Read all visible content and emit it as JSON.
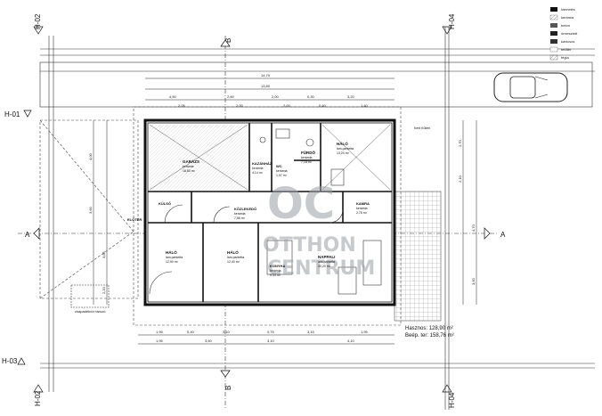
{
  "grid_labels": {
    "h01": "H-01",
    "h02_top": "H-02",
    "h02_bottom": "H-02",
    "h03": "H-03",
    "h04_top": "H-04",
    "h04_bottom": "H-04",
    "a_left": "A",
    "a_right": "A",
    "b_top": "B",
    "b_bottom": "B"
  },
  "rooms": {
    "garazs": {
      "name": "GARÁZS",
      "type": "kerámia",
      "area": "16,80 m²"
    },
    "furdo": {
      "name": "FÜRDŐ",
      "type": "kerámia",
      "area": "7,18 m²"
    },
    "halo_top": {
      "name": "HÁLÓ",
      "type": "lam.parketta",
      "area": "13,24 m²"
    },
    "wc": {
      "name": "WC",
      "type": "kerámia",
      "area": "1,97 m²"
    },
    "kazanhaz": {
      "name": "KAZÁNHÁZ",
      "type": "kerámia",
      "area": "4,14 m²"
    },
    "kulso": {
      "name": "KÜLSŐ",
      "type": "",
      "area": ""
    },
    "kozlekedo": {
      "name": "KÖZLEKEDŐ",
      "type": "kerámia",
      "area": "7,56 m²"
    },
    "kamra": {
      "name": "KAMRA",
      "type": "kerámia",
      "area": "2,76 m²"
    },
    "halo_left": {
      "name": "HÁLÓ",
      "type": "lam.parketta",
      "area": "12,90 m²"
    },
    "halo_mid": {
      "name": "HÁLÓ",
      "type": "lam.parketta",
      "area": "12,40 m²"
    },
    "konyha": {
      "name": "KONYHA",
      "type": "kerámia",
      "area": "9,33 m²"
    },
    "nappali": {
      "name": "NAPPALI",
      "type": "lam.parketta",
      "area": "30,20 m²"
    },
    "eloter": {
      "name": "ELŐTÉR",
      "type": "",
      "area": ""
    }
  },
  "dimensions": {
    "overall_width": "14,70",
    "inner_width": "13,80",
    "top_row": [
      "4,50",
      "2,60",
      "2,00",
      "0,30",
      "3,20"
    ],
    "top_row2": [
      "2,05",
      "2,00",
      "2,00",
      "0,40",
      "1,40"
    ],
    "bottom_row": [
      "1,95",
      "0,40",
      "3,10",
      "0,75",
      "3,15",
      "1,95"
    ],
    "bottom_row2": [
      "1,95",
      "3,40",
      "3,10",
      "4,10"
    ],
    "left_col": [
      "4,00",
      "3,60",
      "3,85",
      "2,20"
    ],
    "right_col": [
      "2,70",
      "2,10",
      "4,70",
      "3,90"
    ]
  },
  "areas": {
    "hasznos": "Hasznos: 128,90 m²",
    "beep": "Beép. ter: 158,76 m²"
  },
  "labels": {
    "csapadek": "csapadékvíz tározó",
    "kuldoboz": "Kerti Kültéri"
  },
  "watermark": {
    "line1": "OC",
    "line2": "OTTHON",
    "line3": "CENTRUM"
  },
  "legend": {
    "items": [
      "kiemelés",
      "kerámia",
      "beton",
      "ömlesztett",
      "kavicsos",
      "tetőtér",
      "tégla"
    ]
  }
}
